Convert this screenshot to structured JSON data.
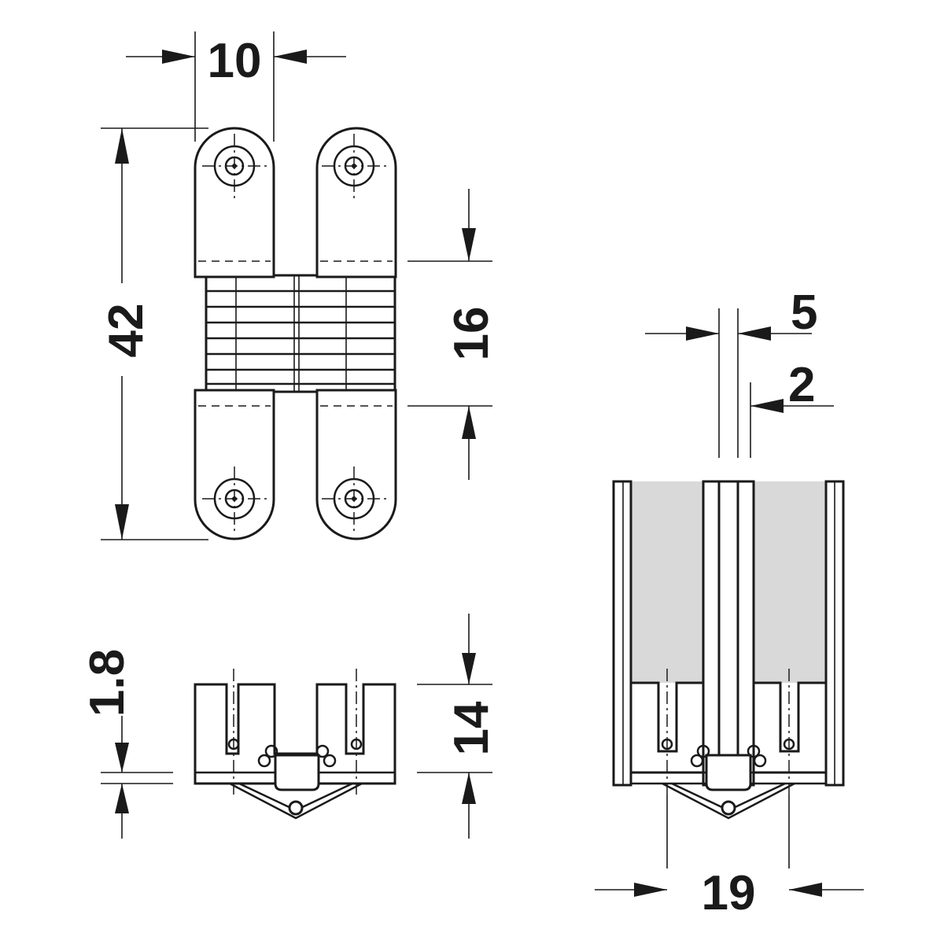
{
  "dimensions": {
    "width_top": "10",
    "height_total": "42",
    "body_height": "16",
    "depth_slot": "5",
    "offset": "2",
    "thickness": "1.8",
    "depth": "14",
    "door_width": "19"
  }
}
